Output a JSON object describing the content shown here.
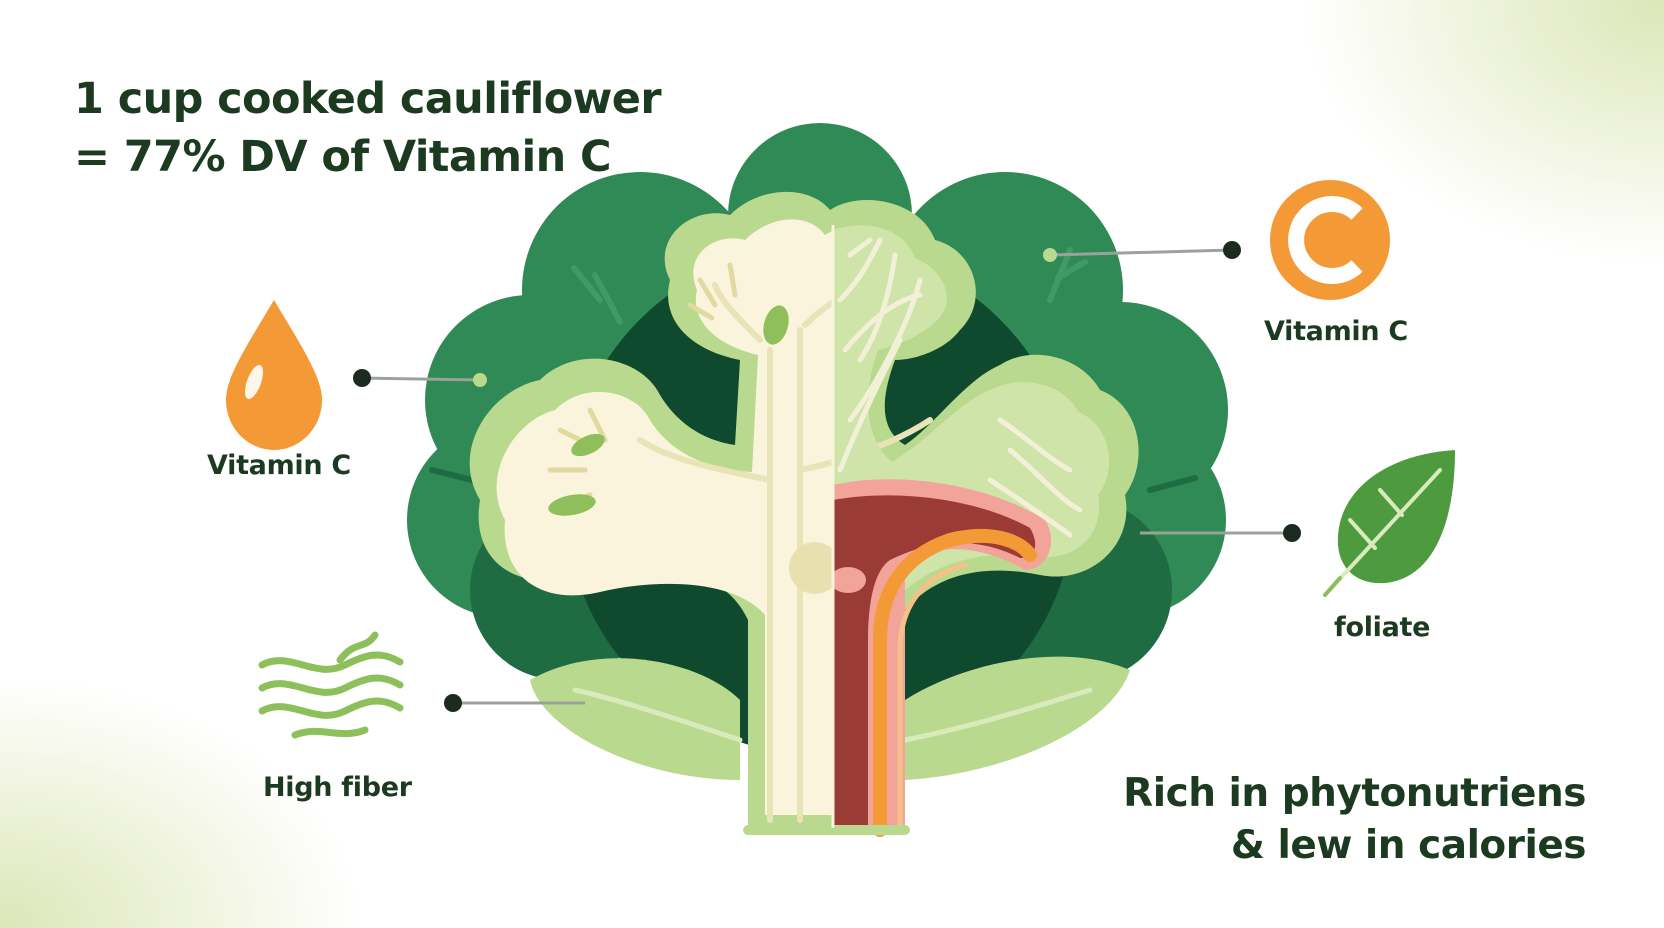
{
  "headline": {
    "line1": "1 cup cooked cauliflower",
    "line2": "= 77% DV of Vitamin C"
  },
  "callouts": {
    "drop": {
      "label": "Vitamin C",
      "icon": "water-drop-icon",
      "color": "#f39a36"
    },
    "coin": {
      "label": "Vitamin C",
      "icon": "vitamin-c-icon",
      "glyph": "C",
      "color": "#f39a36"
    },
    "leaf": {
      "label": "foliate",
      "icon": "leaf-icon",
      "color": "#4e9a3e"
    },
    "fiber": {
      "label": "High fiber",
      "icon": "fiber-waves-icon",
      "color": "#8dc05a"
    }
  },
  "footer": {
    "line1": "Rich in phytonutriens",
    "line2": "& lew in calories"
  },
  "colors": {
    "text": "#1b3a1f",
    "dark_green": "#2f8a55",
    "deep_green": "#0f4a2e",
    "light_green": "#b9d98e",
    "cream": "#fbf4dc",
    "orange": "#f39a36",
    "red": "#9b3b35",
    "pink": "#f2a39a"
  }
}
